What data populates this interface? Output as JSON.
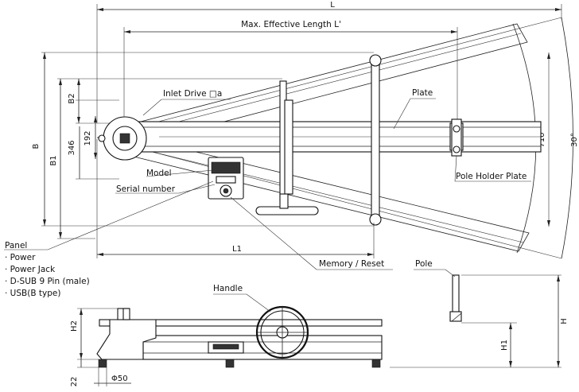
{
  "labels": {
    "max_effective_length": "Max. Effective Length L'",
    "inlet_drive": "Inlet Drive □a",
    "plate": "Plate",
    "model": "Model",
    "serial_number": "Serial number",
    "pole_holder_plate": "Pole Holder Plate",
    "memory_reset": "Memory / Reset",
    "pole": "Pole",
    "handle": "Handle"
  },
  "panel": {
    "title": "Panel",
    "items": [
      "· Power",
      "· Power Jack",
      "· D-SUB 9 Pin (male)",
      "· USB(B type)"
    ]
  },
  "dimensions": {
    "L": "L",
    "L1": "L1",
    "B": "B",
    "B1": "B1",
    "B2": "B2",
    "d192": "192",
    "d346": "346",
    "d710": "710",
    "angle": "30°",
    "H": "H",
    "H1": "H1",
    "H2": "H2",
    "d22": "22",
    "phi50": "Φ50"
  }
}
